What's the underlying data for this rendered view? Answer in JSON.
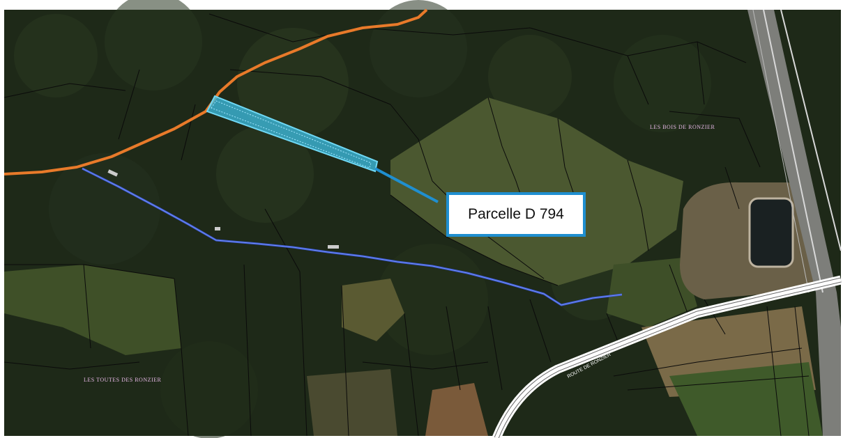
{
  "map": {
    "colors": {
      "forest": "#1f2a1a",
      "meadow": "#4d5a2e",
      "boundary": "#e87a2a",
      "stream": "#3a5ad6",
      "parcel_fill": "#3ec0e6",
      "callout_border": "#1f8fd0",
      "road": "#ffffff",
      "cadastre_line": "#0a0a0a",
      "place_label": "#e6b8e6"
    },
    "parcel": {
      "label": "Parcelle D 794"
    },
    "place_names": {
      "bois": "LES BOIS DE RONZIER",
      "toutes": "LES TOUTES DES RONZIER",
      "route": "ROUTE DE RONZIER"
    }
  }
}
